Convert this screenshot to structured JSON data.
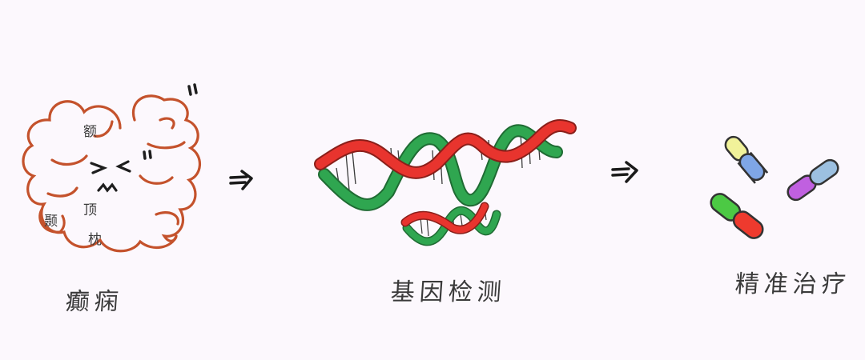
{
  "diagram": {
    "flow": [
      {
        "id": "epilepsy",
        "label": "癫痫",
        "icon": "brain-icon",
        "brain_lobes": [
          "额",
          "颞",
          "顶",
          "枕"
        ],
        "expression": "> <",
        "colors": {
          "outline": "#c4522c"
        }
      },
      {
        "id": "gene-testing",
        "label": "基因检测",
        "icon": "dna-helix-icon",
        "colors": {
          "strand_a": "#e8342e",
          "strand_b": "#2fa650"
        }
      },
      {
        "id": "precision-treatment",
        "label": "精准治疗",
        "icon": "capsules-icon",
        "capsules": [
          {
            "colors": [
              "#f1f29a",
              "#7fa6e6"
            ]
          },
          {
            "colors": [
              "#c060e0",
              "#9cc0e0"
            ]
          },
          {
            "colors": [
              "#4cc944",
              "#ee3a2e"
            ]
          }
        ]
      }
    ],
    "arrows": [
      "⇒",
      "⇒"
    ],
    "background": "#fcf8fd"
  }
}
